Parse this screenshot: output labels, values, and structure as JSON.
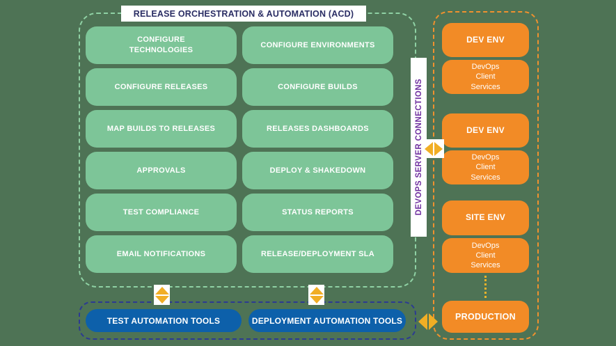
{
  "title": "RELEASE ORCHESTRATION & AUTOMATION (ACD)",
  "orchestration": {
    "boxes": [
      "CONFIGURE\nTECHNOLOGIES",
      "CONFIGURE ENVIRONMENTS",
      "CONFIGURE RELEASES",
      "CONFIGURE BUILDS",
      "MAP BUILDS TO RELEASES",
      "RELEASES DASHBOARDS",
      "APPROVALS",
      "DEPLOY & SHAKEDOWN",
      "TEST COMPLIANCE",
      "STATUS REPORTS",
      "EMAIL NOTIFICATIONS",
      "RELEASE/DEPLOYMENT SLA"
    ]
  },
  "server_connections_label": "DEVOPS SERVER CONNECTIONS",
  "environments": {
    "groups": [
      {
        "env": "DEV ENV",
        "services": "DevOps\nClient\nServices"
      },
      {
        "env": "DEV ENV",
        "services": "DevOps\nClient\nServices"
      },
      {
        "env": "SITE ENV",
        "services": "DevOps\nClient\nServices"
      }
    ],
    "production": "PRODUCTION"
  },
  "automation_tools": [
    "TEST AUTOMATION TOOLS",
    "DEPLOYMENT AUTOMATION TOOLS"
  ],
  "colors": {
    "background": "#4e7355",
    "feature_box_green": "#7dc598",
    "mint_dashed_border": "#8fd1a4",
    "orange": "#f28b26",
    "orange_dashed_border": "#f0912e",
    "tool_pill_blue": "#0d60aa",
    "navy_dashed_border": "#2c3a92",
    "title_text_navy": "#2a2d64",
    "connections_text_purple": "#7030a0",
    "arrow_gold": "#f1ae25"
  }
}
